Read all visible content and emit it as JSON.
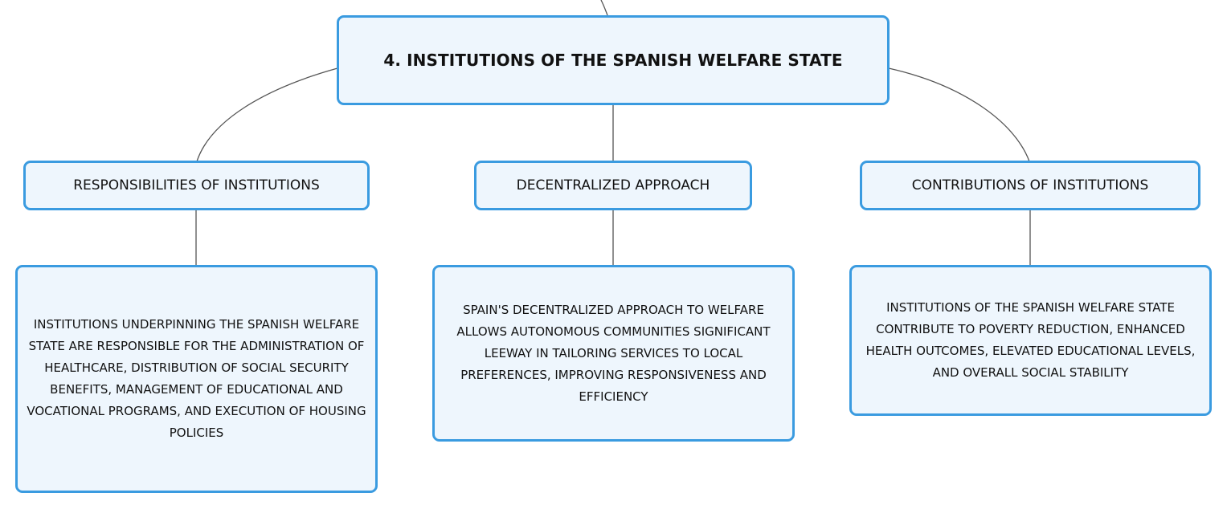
{
  "colors": {
    "node_border": "#3a9be0",
    "node_fill": "#eef6fd",
    "connector": "#555555",
    "text": "#111111"
  },
  "root": {
    "label": "4. INSTITUTIONS OF THE SPANISH WELFARE STATE"
  },
  "branches": [
    {
      "label": "RESPONSIBILITIES OF INSTITUTIONS",
      "detail": "INSTITUTIONS UNDERPINNING THE SPANISH WELFARE STATE ARE RESPONSIBLE FOR THE ADMINISTRATION OF HEALTHCARE, DISTRIBUTION OF SOCIAL SECURITY BENEFITS, MANAGEMENT OF EDUCATIONAL AND VOCATIONAL PROGRAMS, AND EXECUTION OF HOUSING POLICIES"
    },
    {
      "label": "DECENTRALIZED APPROACH",
      "detail": "SPAIN'S DECENTRALIZED APPROACH TO WELFARE ALLOWS AUTONOMOUS COMMUNITIES SIGNIFICANT LEEWAY IN TAILORING SERVICES TO LOCAL PREFERENCES, IMPROVING RESPONSIVENESS AND EFFICIENCY"
    },
    {
      "label": "CONTRIBUTIONS OF INSTITUTIONS",
      "detail": "INSTITUTIONS OF THE SPANISH WELFARE STATE CONTRIBUTE TO POVERTY REDUCTION, ENHANCED HEALTH OUTCOMES, ELEVATED EDUCATIONAL LEVELS, AND OVERALL SOCIAL STABILITY"
    }
  ]
}
